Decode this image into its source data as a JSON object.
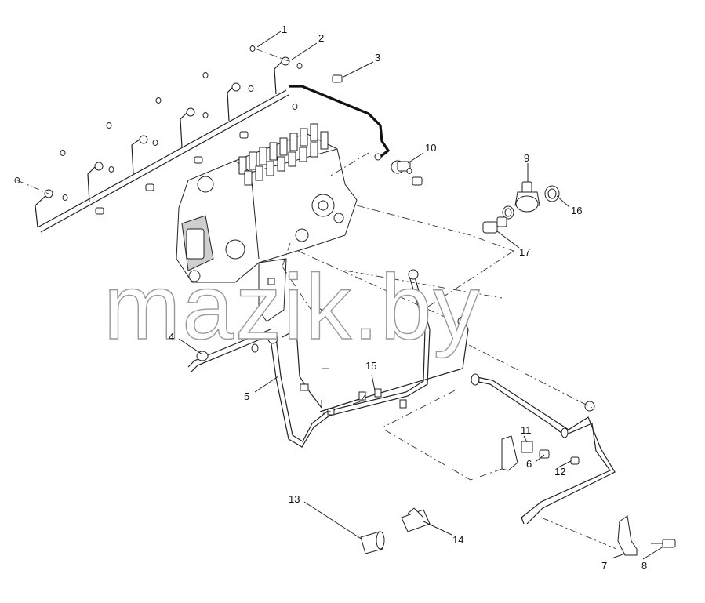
{
  "watermark": "mazik.by",
  "callouts": {
    "c1": "1",
    "c2": "2",
    "c3": "3",
    "c4": "4",
    "c5": "5",
    "c6": "6",
    "c7": "7",
    "c8": "8",
    "c9": "9",
    "c10": "10",
    "c11": "11",
    "c12": "12",
    "c13": "13",
    "c14": "14",
    "c15": "15",
    "c16": "16",
    "c17": "17"
  }
}
